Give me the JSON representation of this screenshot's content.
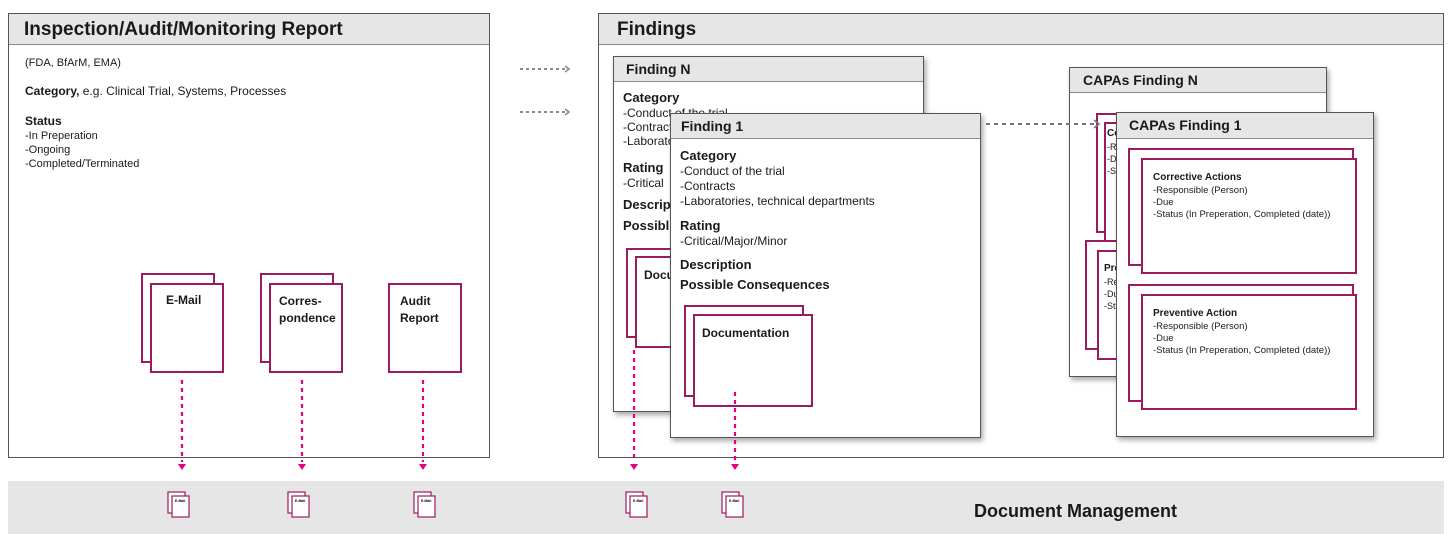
{
  "report": {
    "title": "Inspection/Audit/Monitoring Report",
    "authorities": "(FDA, BfArM, EMA)",
    "category_label": "Category,",
    "category_text": " e.g. Clinical Trial, Systems, Processes",
    "status_label": "Status",
    "status_items": [
      "-In Preperation",
      "-Ongoing",
      "-Completed/Terminated"
    ],
    "docs": {
      "email": "E-Mail",
      "corr_line1": "Corres-",
      "corr_line2": "pondence",
      "audit_line1": "Audit",
      "audit_line2": "Report"
    }
  },
  "findings": {
    "title": "Findings",
    "finding_n": {
      "title": "Finding N",
      "category_label": "Category",
      "category_items": [
        "-Conduct of the trial",
        "-Contracts",
        "-Laborator"
      ],
      "rating_label": "Rating",
      "rating_text": "-Critical",
      "description_label": "Descrip",
      "consequences_label": "Possibl",
      "doc_label": "Docu"
    },
    "finding_1": {
      "title": "Finding 1",
      "category_label": "Category",
      "category_items": [
        "-Conduct of the trial",
        "-Contracts",
        "-Laboratories, technical departments"
      ],
      "rating_label": "Rating",
      "rating_text": "-Critical/Major/Minor",
      "description_label": "Description",
      "consequences_label": "Possible Consequences",
      "doc_label": "Documentation"
    },
    "capas_n": {
      "title": "CAPAs Finding N",
      "top_label": "Co",
      "top_items": [
        "-Re",
        "-Du",
        "-St"
      ],
      "bottom_label": "Pre",
      "bottom_items": [
        "-Re",
        "-Du",
        "-St"
      ]
    },
    "capas_1": {
      "title": "CAPAs Finding 1",
      "corrective": {
        "label": "Corrective Actions",
        "items": [
          "-Responsible (Person)",
          "-Due",
          "-Status (In Preperation, Completed (date))"
        ]
      },
      "preventive": {
        "label": "Preventive Action",
        "items": [
          "-Responsible (Person)",
          "-Due",
          "-Status (In Preperation, Completed (date))"
        ]
      }
    }
  },
  "document_management": {
    "title": "Document Management",
    "icon_label": "E-Mail"
  },
  "colors": {
    "accent": "#9b1c5e",
    "arrow_pink": "#e6007e",
    "header_gray": "#e6e6e7"
  }
}
